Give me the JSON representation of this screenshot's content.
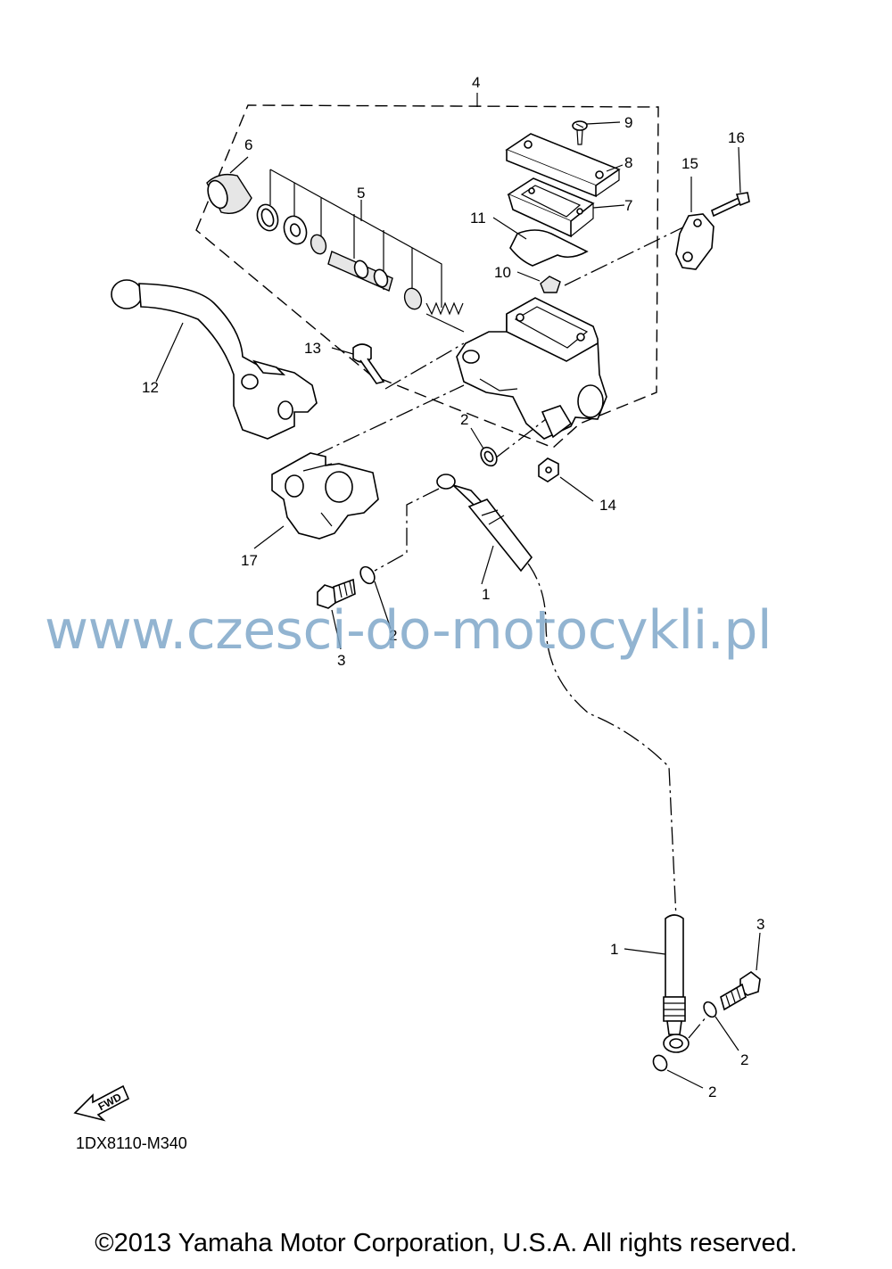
{
  "callouts": {
    "c1a": "1",
    "c1b": "1",
    "c2a": "2",
    "c2b": "2",
    "c2c": "2",
    "c2d": "2",
    "c3a": "3",
    "c3b": "3",
    "c4": "4",
    "c5": "5",
    "c6": "6",
    "c7": "7",
    "c8": "8",
    "c9": "9",
    "c10": "10",
    "c11": "11",
    "c12": "12",
    "c13": "13",
    "c14": "14",
    "c15": "15",
    "c16": "16",
    "c17": "17"
  },
  "fwd_label": "FWD",
  "watermark": "www.czesci-do-motocykli.pl",
  "reference_code": "1DX8110-M340",
  "copyright": "©2013 Yamaha Motor Corporation, U.S.A. All rights reserved."
}
